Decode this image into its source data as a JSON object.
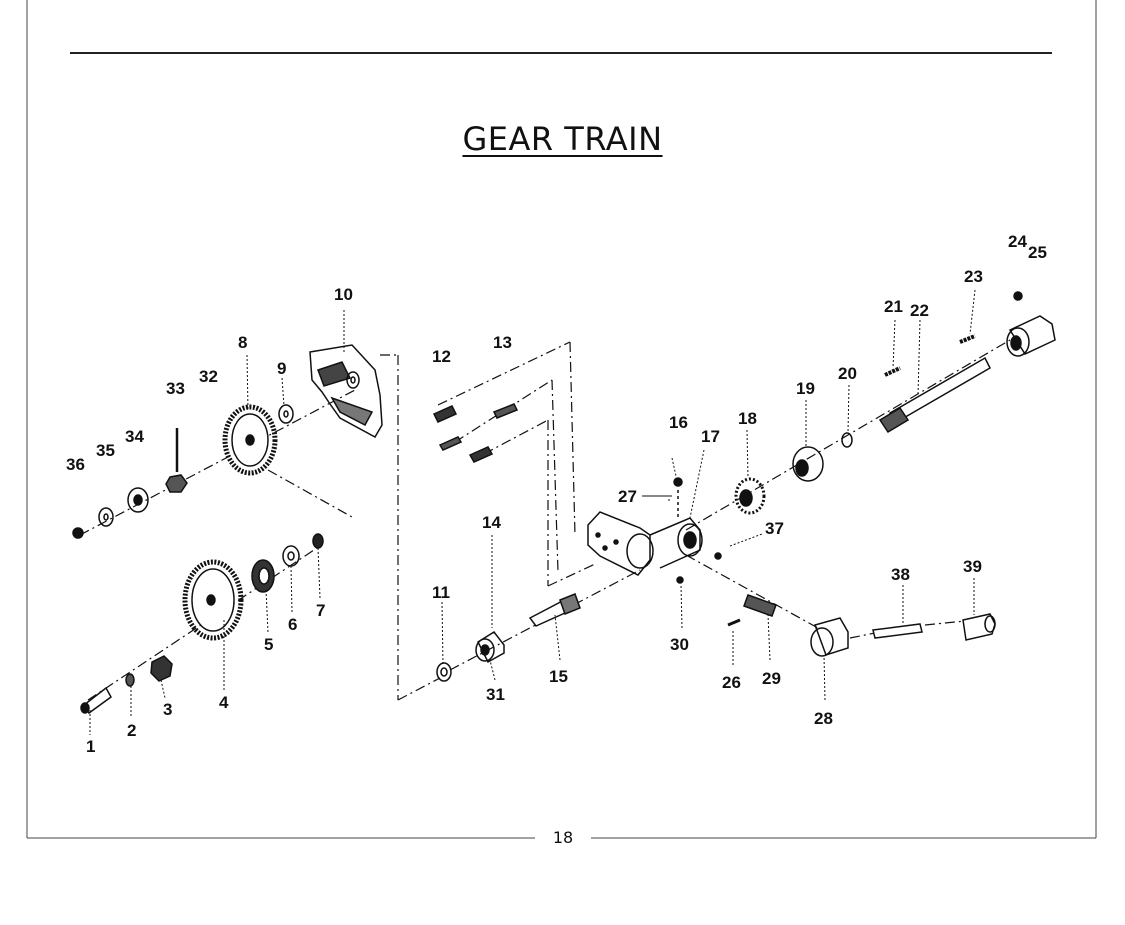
{
  "page": {
    "title": "GEAR TRAIN",
    "page_number": "18"
  },
  "callouts": [
    "1",
    "2",
    "3",
    "4",
    "5",
    "6",
    "7",
    "8",
    "9",
    "10",
    "11",
    "12",
    "13",
    "14",
    "15",
    "16",
    "17",
    "18",
    "19",
    "20",
    "21",
    "22",
    "23",
    "24",
    "25",
    "26",
    "27",
    "28",
    "29",
    "30",
    "31",
    "32",
    "33",
    "34",
    "35",
    "36",
    "37",
    "38",
    "39"
  ]
}
